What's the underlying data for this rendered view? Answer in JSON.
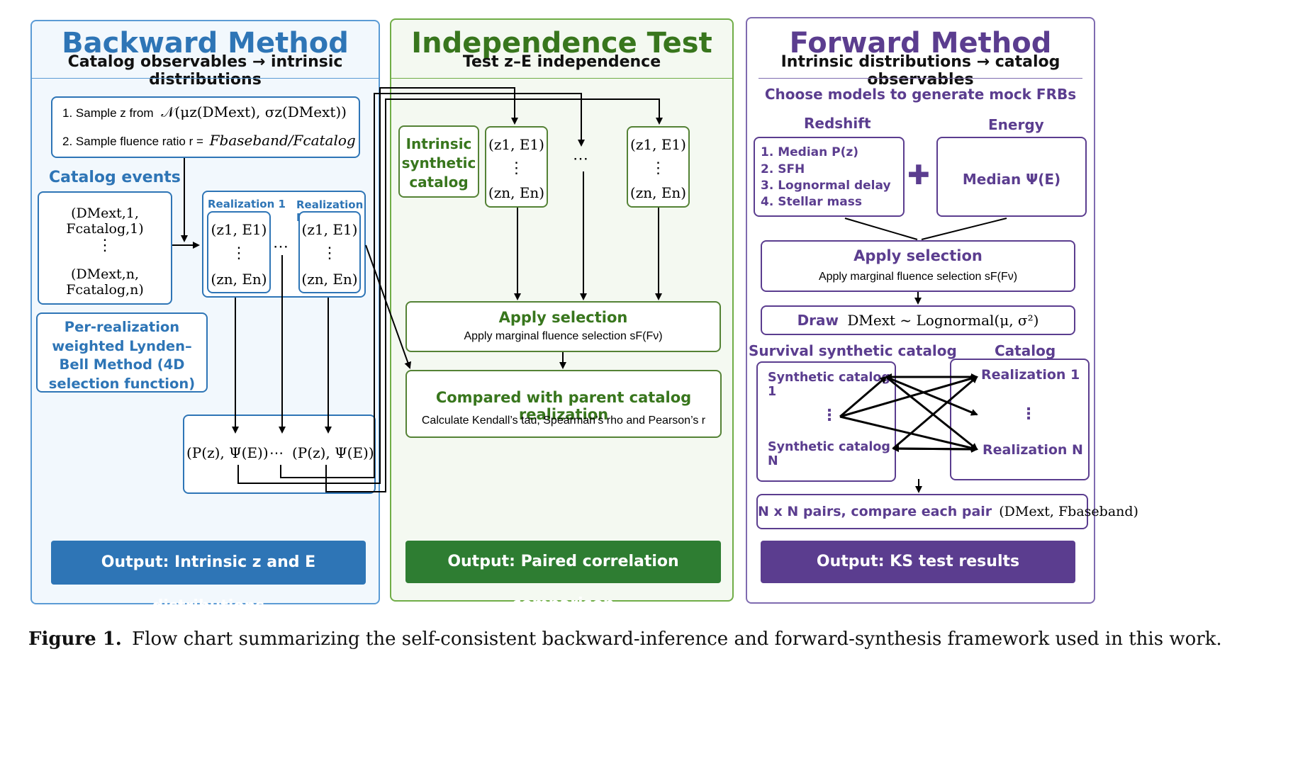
{
  "colors": {
    "backward": "#2e75b6",
    "independence": "#38761d",
    "forward": "#5b3d8f"
  },
  "backward": {
    "title": "Backward Method",
    "subtitle": "Catalog observables → intrinsic distributions",
    "step1_label": "1.  Sample z from",
    "step1_math": "𝒩(μz(DMext), σz(DMext))",
    "step2_label": "2.  Sample fluence ratio r =",
    "step2_math": "Fbaseband/Fcatalog",
    "catalog_events_label": "Catalog events",
    "catalog_first": "(DMext,1, Fcatalog,1)",
    "catalog_last": "(DMext,n, Fcatalog,n)",
    "vdots": "⋮",
    "realization1_label": "Realization 1",
    "realizationN_label": "Realization N",
    "pair_first": "(z1, E1)",
    "pair_last": "(zn, En)",
    "hdots": "⋯",
    "method_text": "Per-realization weighted Lynden–Bell Method (4D selection function)",
    "result_left": "(P(z), Ψ(E))",
    "result_right": "(P(z), Ψ(E))",
    "output": "Output: Intrinsic z and E distributions"
  },
  "independence": {
    "title": "Independence Test",
    "subtitle": "Test z–E independence",
    "intrinsic_label": "Intrinsic synthetic catalog",
    "pair_first": "(z1, E1)",
    "pair_last": "(zn, En)",
    "vdots": "⋮",
    "hdots": "⋯",
    "apply_title": "Apply selection",
    "apply_text": "Apply marginal fluence selection sF(Fν)",
    "compare_title": "Compared with parent catalog realization",
    "compare_text": "Calculate Kendall’s tau, Spearman’s rho and Pearson’s r",
    "output": "Output: Paired correlation comparison"
  },
  "forward": {
    "title": "Forward Method",
    "subtitle": "Intrinsic distributions → catalog observables",
    "choose_text": "Choose models to generate mock FRBs",
    "redshift_label": "Redshift",
    "energy_label": "Energy",
    "redshift_models": [
      "1. Median P(z)",
      "2. SFH",
      "3. Lognormal delay",
      "4. Stellar mass"
    ],
    "energy_model": "Median Ψ(E)",
    "plus": "✚",
    "apply_title": "Apply selection",
    "apply_text": "Apply marginal fluence selection sF(Fν)",
    "draw_label": "Draw",
    "draw_math": "DMext ~ Lognormal(μ, σ²)",
    "survival_label": "Survival synthetic catalog",
    "catalog_label": "Catalog",
    "synthetic_first": "Synthetic catalog 1",
    "synthetic_last": "Synthetic catalog N",
    "realization_first": "Realization 1",
    "realization_last": "Realization N",
    "vdots": "⋮",
    "pairs_text": "N x N pairs, compare each pair",
    "pairs_math": "(DMext, Fbaseband)",
    "output": "Output: KS test results"
  },
  "caption": {
    "label": "Figure 1.",
    "text": "Flow chart summarizing the self-consistent backward-inference and forward-synthesis framework used in this work."
  }
}
